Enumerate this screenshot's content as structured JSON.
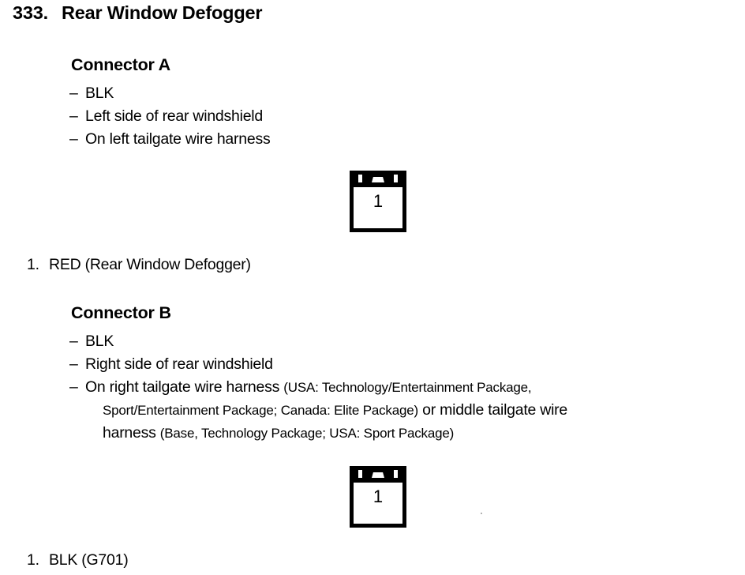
{
  "document": {
    "section_number": "333.",
    "section_title": "Rear Window Defogger"
  },
  "connector_a": {
    "title": "Connector A",
    "specs": [
      {
        "dash": "–",
        "text": "BLK"
      },
      {
        "dash": "–",
        "text": "Left side of rear windshield"
      },
      {
        "dash": "–",
        "text": "On left tailgate wire harness"
      }
    ],
    "figure": {
      "pin_number": "1",
      "icon": "connector-pin-view-icon"
    },
    "terminals": [
      {
        "number": "1.",
        "text": "RED (Rear Window Defogger)"
      }
    ]
  },
  "connector_b": {
    "title": "Connector B",
    "specs": [
      {
        "dash": "–",
        "text": "BLK"
      },
      {
        "dash": "–",
        "text": "Right side of rear windshield"
      }
    ],
    "long_spec": {
      "dash": "–",
      "line1_main": "On right tailgate wire harness ",
      "line1_small": "(USA: Technology/Entertainment Package,",
      "line2_small": "Sport/Entertainment Package; Canada: Elite Package)",
      "line2_main": " or middle tailgate wire",
      "line3_main": "harness ",
      "line3_small": "(Base, Technology Package; USA: Sport Package)"
    },
    "figure": {
      "pin_number": "1",
      "icon": "connector-pin-view-icon"
    },
    "terminals": [
      {
        "number": "1.",
        "text": "BLK (G701)"
      }
    ]
  }
}
